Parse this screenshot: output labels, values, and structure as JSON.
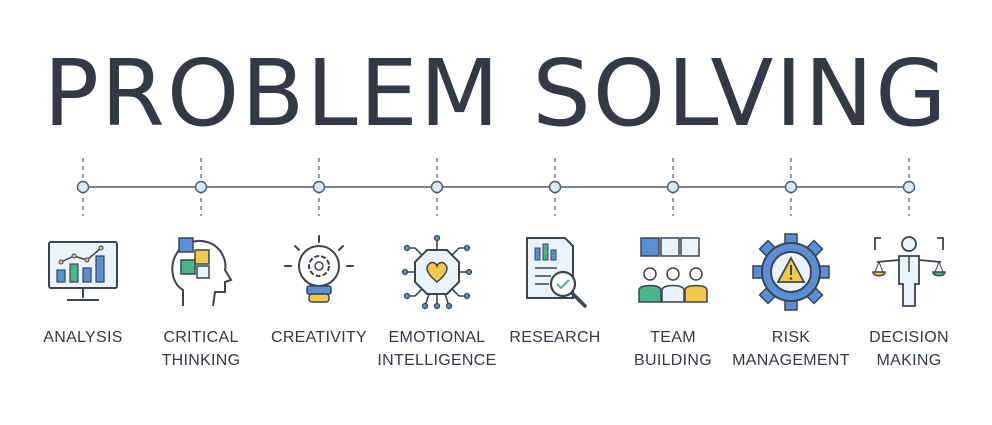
{
  "title": "PROBLEM SOLVING",
  "colors": {
    "text": "#333a45",
    "line": "#4f5866",
    "node_fill": "#d8e8f8",
    "accent_blue": "#5a8fd6",
    "accent_yellow": "#f2c94c",
    "accent_green": "#48b58c"
  },
  "steps": [
    {
      "icon": "analysis-chart-icon",
      "label_lines": [
        "ANALYSIS"
      ]
    },
    {
      "icon": "head-puzzle-icon",
      "label_lines": [
        "CRITICAL",
        "THINKING"
      ]
    },
    {
      "icon": "lightbulb-gear-icon",
      "label_lines": [
        "CREATIVITY"
      ]
    },
    {
      "icon": "heart-chip-icon",
      "label_lines": [
        "EMOTIONAL",
        "INTELLIGENCE"
      ]
    },
    {
      "icon": "document-magnifier-icon",
      "label_lines": [
        "RESEARCH"
      ]
    },
    {
      "icon": "team-puzzle-icon",
      "label_lines": [
        "TEAM",
        "BUILDING"
      ]
    },
    {
      "icon": "gear-warning-icon",
      "label_lines": [
        "RISK",
        "MANAGEMENT"
      ]
    },
    {
      "icon": "person-scales-icon",
      "label_lines": [
        "DECISION",
        "MAKING"
      ]
    }
  ]
}
